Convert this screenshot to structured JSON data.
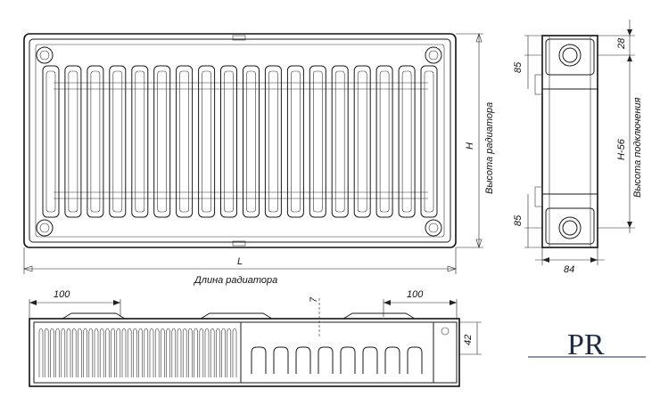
{
  "front_view": {
    "height_label": "H",
    "height_caption": "Высота радиатора",
    "length_label": "L",
    "length_caption": "Длина радиатора",
    "panel_count": 18
  },
  "side_view": {
    "top_offset": "28",
    "top_pipe": "85",
    "bottom_pipe": "85",
    "connection_height": "H-56",
    "connection_caption": "Высота подключения",
    "depth": "84"
  },
  "top_view": {
    "left_margin": "100",
    "right_margin": "100",
    "gap": "7",
    "side_height": "42"
  },
  "logo": {
    "letters": "PR"
  }
}
